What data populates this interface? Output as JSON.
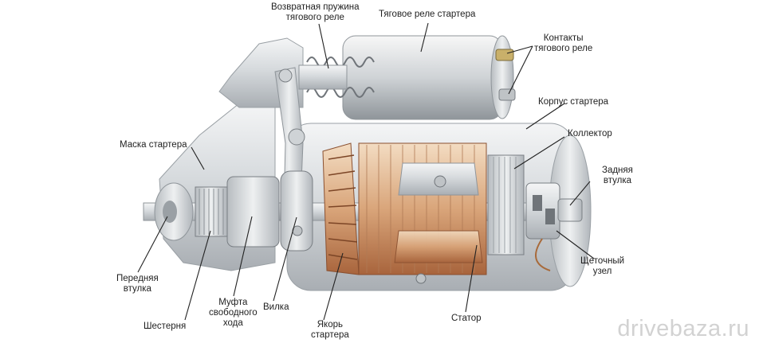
{
  "labels": {
    "return_spring": [
      "Возвратная пружина",
      "тягового реле"
    ],
    "solenoid": "Тяговое реле стартера",
    "solenoid_contacts": [
      "Контакты",
      "тягового реле"
    ],
    "housing": "Корпус стартера",
    "collector": "Коллектор",
    "rear_bushing": [
      "Задняя",
      "втулка"
    ],
    "brush_unit": [
      "Щеточный",
      "узел"
    ],
    "stator": "Статор",
    "armature": [
      "Якорь",
      "стартера"
    ],
    "fork": "Вилка",
    "overrunning_clutch": [
      "Муфта",
      "свободного",
      "хода"
    ],
    "pinion": "Шестерня",
    "front_bushing": [
      "Передняя",
      "втулка"
    ],
    "nose_housing": "Маска стартера"
  },
  "watermark": "drivebaza.ru",
  "colors": {
    "metal": "#d9dde0",
    "metal_dark": "#9aa0a5",
    "copper": "#c8865a",
    "copper_light": "#f0d7b8",
    "leader": "#222222"
  }
}
